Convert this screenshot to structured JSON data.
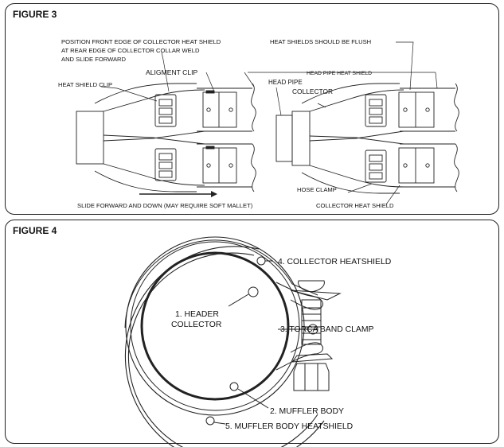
{
  "figure3": {
    "title": "FIGURE 3",
    "labels": {
      "position_line1": "POSITION  FRONT EDGE OF COLLECTOR HEAT SHIELD",
      "position_line2": "AT REAR EDGE OF COLLECTOR  COLLAR WELD",
      "position_line3": "AND SLIDE FORWARD",
      "flush": "HEAT  SHIELDS  SHOULD  BE FLUSH",
      "alignment_clip": "ALIGMENT  CLIP",
      "head_pipe_heat_shield": "HEAD PIPE HEAT SHIELD",
      "heat_shield_clip": "HEAT SHIELD CLIP",
      "head_pipe": "HEAD PIPE",
      "collector": "COLLECTOR",
      "hose_clamp": "HOSE CLAMP",
      "slide_forward": "SLIDE FORWARD AND DOWN  (MAY REQUIRE SOFT MALLET)",
      "collector_heat_shield": "COLLECTOR HEAT SHIELD"
    }
  },
  "figure4": {
    "title": "FIGURE 4",
    "labels": {
      "collector_heatshield": "4. COLLECTOR HEATSHIELD",
      "header_collector_1": "1. HEADER",
      "header_collector_2": "COLLECTOR",
      "torca_band_clamp": "3. TORCA BAND CLAMP",
      "muffler_body": "2. MUFFLER BODY",
      "muffler_body_heatshield": "5. MUFFLER BODY HEATSHIELD"
    }
  }
}
